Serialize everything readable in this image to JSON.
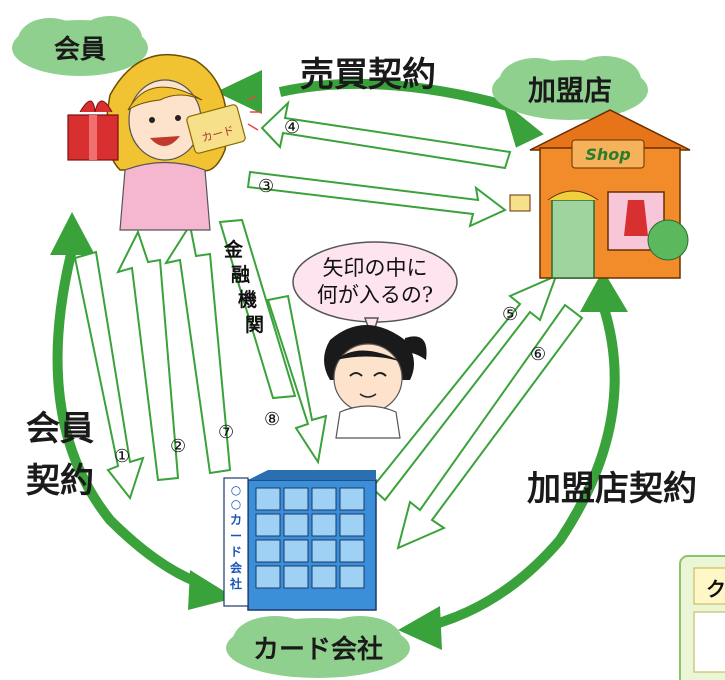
{
  "nodes": {
    "member": "会員",
    "shop": "加盟店",
    "card_company": "カード会社"
  },
  "contracts": {
    "sales": "売買契約",
    "member_line1": "会員",
    "member_line2": "契約",
    "shop": "加盟店契約"
  },
  "arrows": [
    "①",
    "②",
    "③",
    "④",
    "⑤",
    "⑥",
    "⑦",
    "⑧"
  ],
  "financial_institution": [
    "金",
    "融",
    "機",
    "関"
  ],
  "speech_bubble": {
    "line1": "矢印の中に",
    "line2": "何が入るの?"
  },
  "building_sign": [
    "○",
    "○",
    "カ",
    "ー",
    "ド",
    "会",
    "社"
  ],
  "shop_sign": "Shop",
  "card_label": "カード",
  "partial_box_char": "ク",
  "colors": {
    "green": "#3aa23a",
    "cloud": "#8fd08f",
    "arrow_outline": "#3aa23a"
  }
}
